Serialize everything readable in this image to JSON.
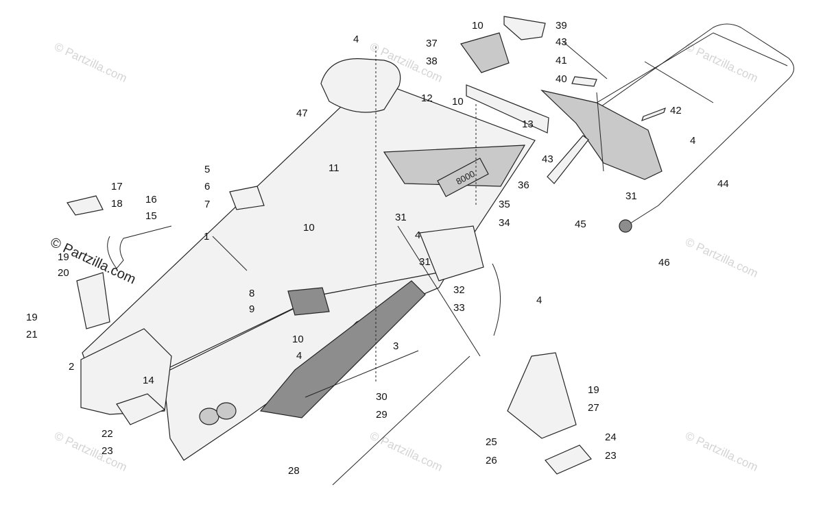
{
  "watermarks": {
    "brand": "© Partzilla.com",
    "inline_brand": "© Partzilla.com"
  },
  "callouts": [
    "1",
    "2",
    "3",
    "4",
    "4",
    "4",
    "4",
    "4",
    "4",
    "5",
    "6",
    "7",
    "8",
    "9",
    "10",
    "10",
    "10",
    "10",
    "10",
    "11",
    "12",
    "13",
    "14",
    "15",
    "16",
    "17",
    "18",
    "19",
    "19",
    "19",
    "20",
    "21",
    "22",
    "23",
    "23",
    "24",
    "25",
    "26",
    "27",
    "28",
    "29",
    "30",
    "31",
    "31",
    "31",
    "32",
    "33",
    "34",
    "35",
    "36",
    "37",
    "38",
    "39",
    "40",
    "41",
    "42",
    "43",
    "43",
    "44",
    "45",
    "46",
    "47"
  ],
  "decal_text": "8000"
}
